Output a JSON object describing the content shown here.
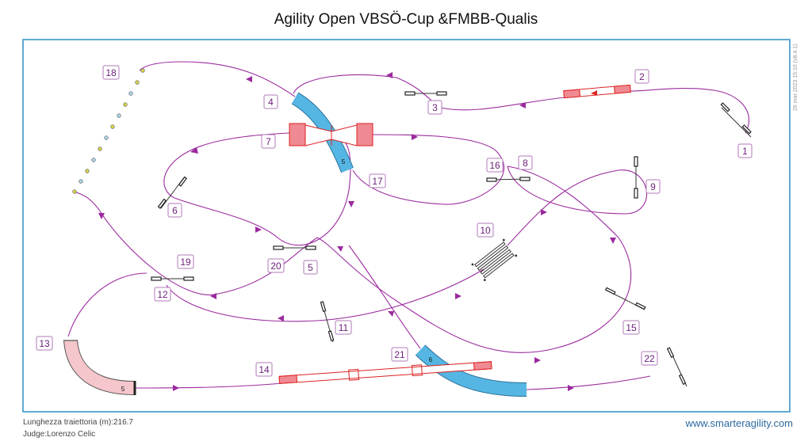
{
  "title": "Agility Open VBSÖ-Cup &FMBB-Qualis",
  "stamp": "26 mar 2023 15:10 (v8.4.1)",
  "footer": {
    "length": "Lunghezza traiettoria (m):216.7",
    "judge": "Judge:Lorenzo Celic",
    "website": "www.smarteragility.com"
  },
  "colors": {
    "frame": "#2b8fc7",
    "path": "#9b2a9e",
    "tunnel": "#56b6e3",
    "contact": "#e0343d",
    "chute": "#f5c6cb"
  },
  "obstacles": {
    "n1": "1",
    "n2": "2",
    "n3": "3",
    "n4": "4",
    "n5": "5",
    "n6": "6",
    "n7": "7",
    "n8": "8",
    "n9": "9",
    "n10": "10",
    "n11": "11",
    "n12": "12",
    "n13": "13",
    "n14": "14",
    "n15": "15",
    "n16": "16",
    "n17": "17",
    "n18": "18",
    "n19": "19",
    "n20": "20",
    "n21": "21",
    "n22": "22",
    "tunnel_a_len": "5",
    "tunnel_b_len": "6",
    "chute_len": "5"
  }
}
